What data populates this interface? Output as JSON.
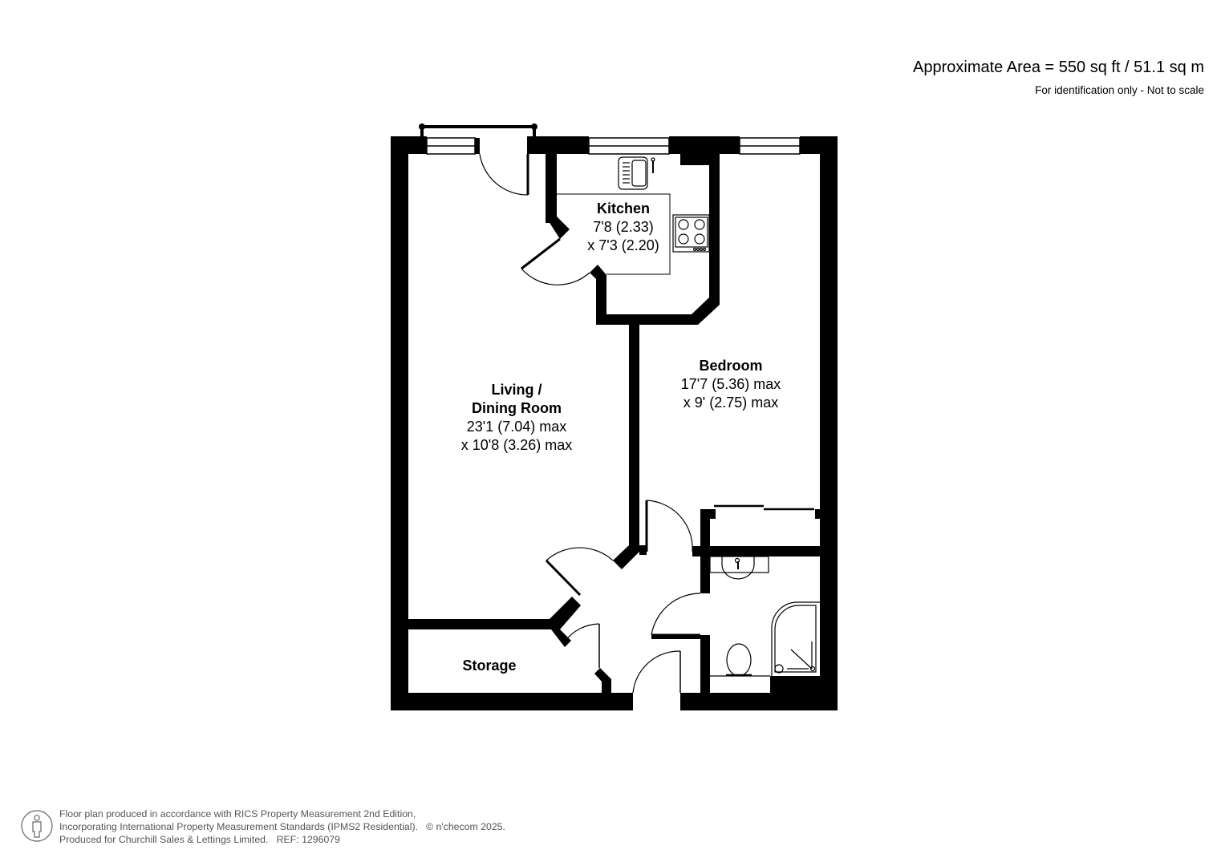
{
  "header": {
    "area_title": "Approximate Area = 550 sq ft / 51.1 sq m",
    "disclaimer": "For identification only - Not to scale"
  },
  "rooms": {
    "kitchen": {
      "name": "Kitchen",
      "dim1": "7'8 (2.33)",
      "dim2": "x 7'3 (2.20)"
    },
    "living": {
      "name1": "Living /",
      "name2": "Dining Room",
      "dim1": "23'1 (7.04) max",
      "dim2": "x 10'8 (3.26) max"
    },
    "bedroom": {
      "name": "Bedroom",
      "dim1": "17'7 (5.36) max",
      "dim2": "x 9' (2.75) max"
    },
    "storage": {
      "name": "Storage"
    }
  },
  "footer": {
    "icon": "person-icon",
    "line1": "Floor plan produced in accordance with RICS Property Measurement 2nd Edition,",
    "line2": "Incorporating International Property Measurement Standards (IPMS2 Residential).",
    "copyright": "© n'checom 2025.",
    "line3": "Produced for Churchill Sales & Lettings Limited.",
    "ref": "REF: 1296079"
  },
  "colors": {
    "wall": "#000000",
    "background": "#ffffff",
    "footer_text": "#555555"
  }
}
